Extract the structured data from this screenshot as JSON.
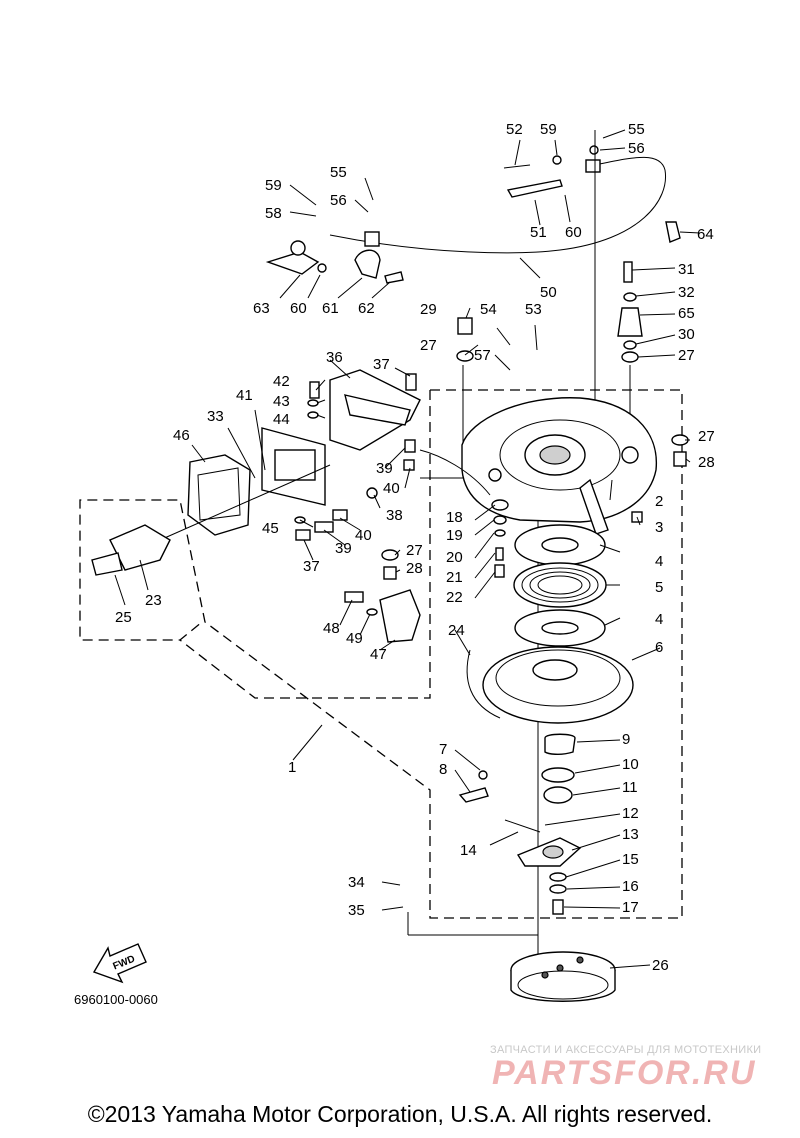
{
  "diagram": {
    "diagram_code": "6960100-0060",
    "fwd_label": "FWD",
    "callouts": [
      "1",
      "2",
      "3",
      "4",
      "4",
      "5",
      "6",
      "7",
      "8",
      "9",
      "10",
      "11",
      "12",
      "13",
      "14",
      "15",
      "16",
      "17",
      "18",
      "19",
      "20",
      "21",
      "22",
      "23",
      "24",
      "25",
      "26",
      "27",
      "27",
      "27",
      "27",
      "28",
      "28",
      "29",
      "30",
      "31",
      "32",
      "33",
      "34",
      "35",
      "36",
      "37",
      "37",
      "38",
      "39",
      "39",
      "40",
      "40",
      "41",
      "42",
      "43",
      "44",
      "45",
      "46",
      "47",
      "48",
      "49",
      "50",
      "51",
      "52",
      "53",
      "54",
      "55",
      "55",
      "56",
      "56",
      "57",
      "58",
      "59",
      "59",
      "60",
      "60",
      "61",
      "62",
      "63",
      "64",
      "65"
    ]
  },
  "footer": {
    "copyright": "©2013 Yamaha Motor Corporation, U.S.A. All rights reserved."
  },
  "watermark": {
    "subtitle": "ЗАПЧАСТИ И АКСЕССУАРЫ ДЛЯ МОТОТЕХНИКИ",
    "logo": "PARTSFOR.RU"
  },
  "colors": {
    "line": "#000000",
    "background": "#ffffff",
    "watermark_logo": "#f0b4b4",
    "watermark_text": "#c8c8c8"
  }
}
